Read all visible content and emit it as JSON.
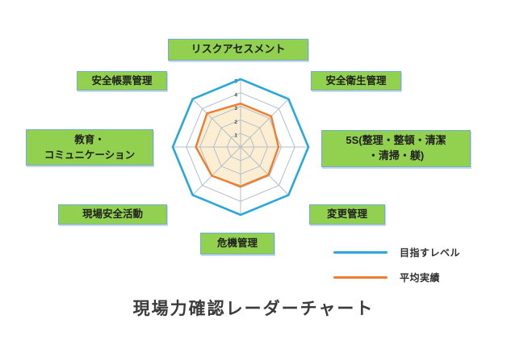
{
  "title": "現場力確認レーダーチャート",
  "colors": {
    "label_bg": "#92d050",
    "label_border": "#6fafd6",
    "label_text": "#1f1f1f",
    "target_line": "#2ba7dc",
    "actual_line": "#ed7d31",
    "actual_fill": "#fbeed3",
    "grid": "#b3bfc9",
    "tick_text": "#4a4a4a"
  },
  "labels": [
    {
      "lines": [
        "リスクアセスメント"
      ]
    },
    {
      "lines": [
        "安全衛生管理"
      ]
    },
    {
      "lines": [
        "5S(整理・整頓・清潔",
        "・清掃・躾)"
      ]
    },
    {
      "lines": [
        "変更管理"
      ]
    },
    {
      "lines": [
        "危機管理"
      ]
    },
    {
      "lines": [
        "現場安全活動"
      ]
    },
    {
      "lines": [
        "教育・",
        "コミュニケーション"
      ]
    },
    {
      "lines": [
        "安全帳票管理"
      ]
    }
  ],
  "legend": [
    {
      "label": "目指すレベル",
      "color": "#2ba7dc"
    },
    {
      "label": "平均実績",
      "color": "#ed7d31"
    }
  ],
  "chart_data": {
    "type": "radar",
    "categories": [
      "リスクアセスメント",
      "安全衛生管理",
      "5S(整理・整頓・清潔・清掃・躾)",
      "変更管理",
      "危機管理",
      "現場安全活動",
      "教育・コミュニケーション",
      "安全帳票管理"
    ],
    "series": [
      {
        "name": "目指すレベル",
        "values": [
          5,
          5,
          5,
          5,
          5,
          5,
          5,
          5
        ]
      },
      {
        "name": "平均実績",
        "values": [
          3.2,
          3.2,
          2.8,
          2.9,
          2.9,
          3.0,
          3.3,
          3.5
        ]
      }
    ],
    "rmax": 5,
    "ticks": [
      1,
      2,
      3,
      4,
      5
    ],
    "grid": true,
    "legend_position": "bottom-right",
    "title": "現場力確認レーダーチャート"
  }
}
